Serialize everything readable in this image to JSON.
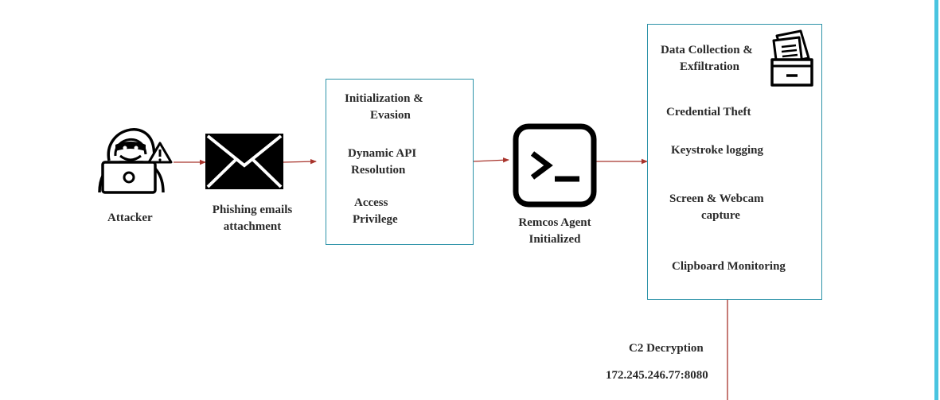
{
  "actors": {
    "attacker": {
      "label": "Attacker",
      "icon": "hacker-icon"
    },
    "phishing": {
      "label_line1": "Phishing emails",
      "label_line2": "attachment",
      "icon": "envelope-icon"
    },
    "agent": {
      "label_line1": "Remcos Agent",
      "label_line2": "Initialized",
      "icon": "terminal-icon"
    }
  },
  "init_box": {
    "title_line1": "Initialization  &",
    "title_line2": "Evasion",
    "item1_line1": "Dynamic API",
    "item1_line2": "Resolution",
    "item2_line1": "Access",
    "item2_line2": "Privilege"
  },
  "collection_box": {
    "title_line1": "Data Collection &",
    "title_line2": "Exfiltration",
    "icon": "file-drawer-icon",
    "items": [
      "Credential Theft",
      "Keystroke logging",
      "Screen & Webcam",
      "capture",
      "Clipboard Monitoring"
    ]
  },
  "c2": {
    "label": "C2 Decryption",
    "address": "172.245.246.77:8080"
  },
  "colors": {
    "arrow": "#a8342c",
    "box_border": "#2d93a8",
    "right_rule": "#49c4e0"
  }
}
